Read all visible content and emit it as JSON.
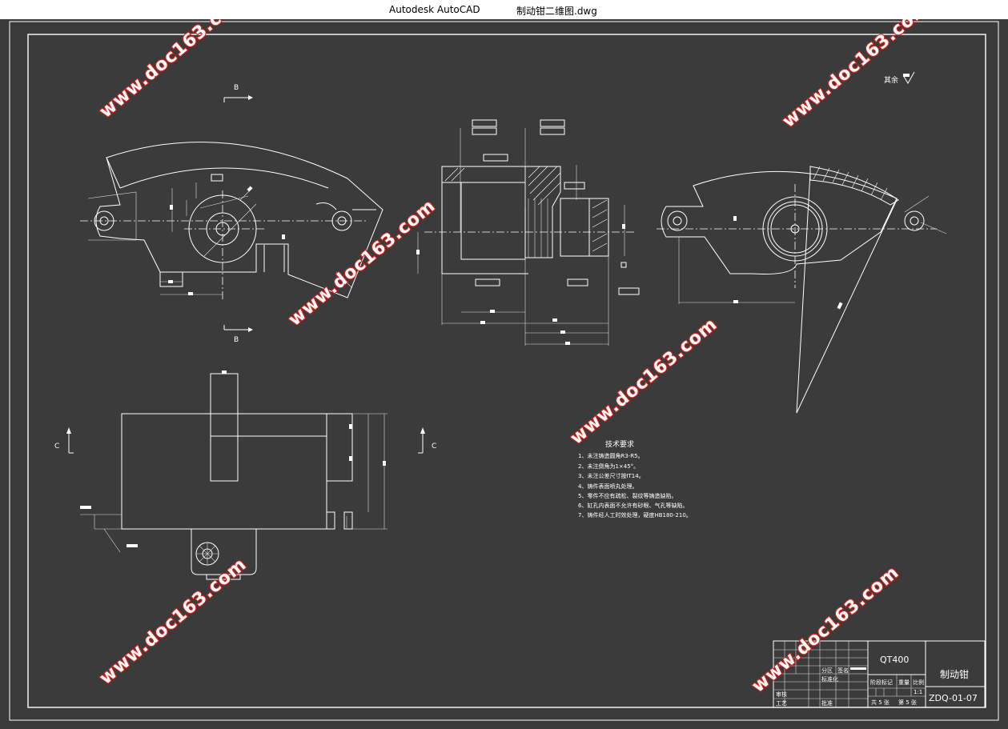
{
  "window": {
    "app_title": "Autodesk AutoCAD",
    "file_name": "制动钳二维图.dwg"
  },
  "watermark": {
    "text": "www.doc163.com",
    "color": "#e0201a"
  },
  "drawing": {
    "section_labels": {
      "b_top": "B",
      "b_bottom": "B",
      "c_left": "C",
      "c_right": "C"
    },
    "roughness_note": "其余",
    "tech_requirements": {
      "title": "技术要求",
      "items": [
        "1、未注铸造圆角R3-R5。",
        "2、未注倒角为1×45°。",
        "3、未注公差尺寸按IT14。",
        "4、铸件表面喷丸处理。",
        "5、零件不应有疏松、裂纹等铸造缺陷。",
        "6、缸孔内表面不允许有砂眼、气孔等缺陷。",
        "7、铸件经人工时效处理，硬度HB180-210。"
      ]
    },
    "title_block": {
      "material": "QT400",
      "part_name": "制动钳",
      "drawing_no": "ZDQ-01-07",
      "labels": {
        "division": "分区",
        "signature": "签名",
        "standardization": "标准化",
        "stage_mark": "阶段标记",
        "weight": "重量",
        "scale": "比例",
        "scale_value": "1:1",
        "review": "审核",
        "process": "工艺",
        "approve": "批准",
        "sheets": "共 5 张",
        "sheet_no": "第 5 张"
      }
    }
  }
}
